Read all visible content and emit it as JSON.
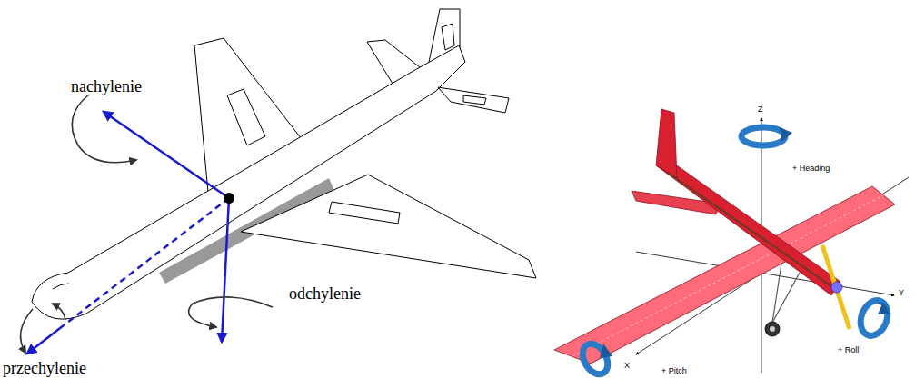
{
  "diagram": {
    "labels": [
      "nachylenie",
      "odchylenie",
      "przechylenie",
      "Z",
      "+ Heading",
      "X",
      "+ Pitch",
      "Y",
      "+ Roll"
    ]
  }
}
